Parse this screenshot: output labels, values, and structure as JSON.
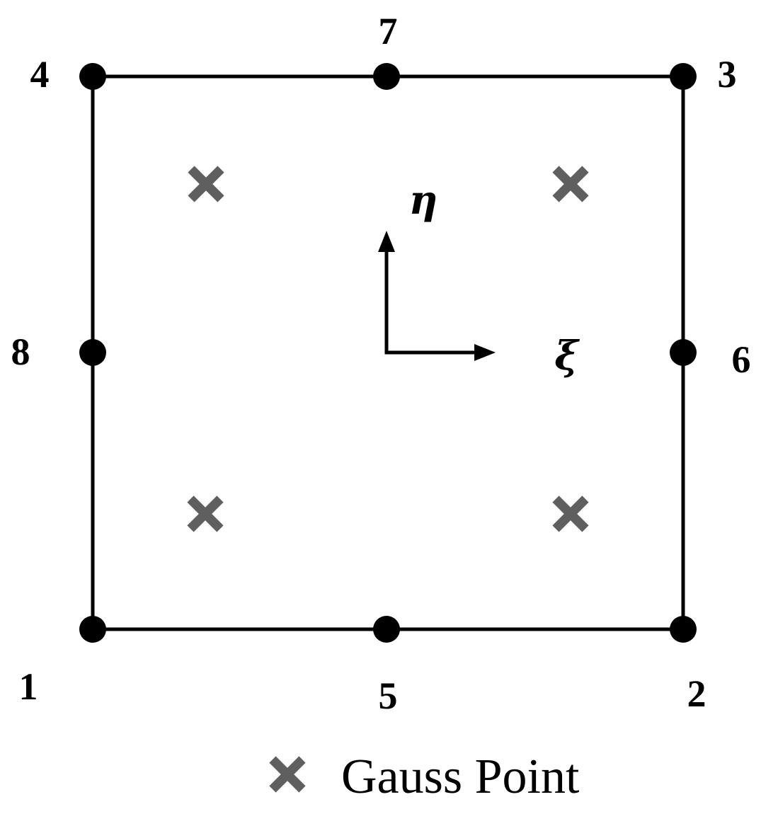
{
  "nodes": [
    {
      "id": "1",
      "label": "1"
    },
    {
      "id": "2",
      "label": "2"
    },
    {
      "id": "3",
      "label": "3"
    },
    {
      "id": "4",
      "label": "4"
    },
    {
      "id": "5",
      "label": "5"
    },
    {
      "id": "6",
      "label": "6"
    },
    {
      "id": "7",
      "label": "7"
    },
    {
      "id": "8",
      "label": "8"
    }
  ],
  "axes": {
    "xi": "ξ",
    "eta": "η"
  },
  "gauss_point_count": 4,
  "legend": {
    "gauss_point": "Gauss Point"
  },
  "colors": {
    "edge": "#000000",
    "node": "#000000",
    "gauss_marker": "#5f5f5f"
  }
}
